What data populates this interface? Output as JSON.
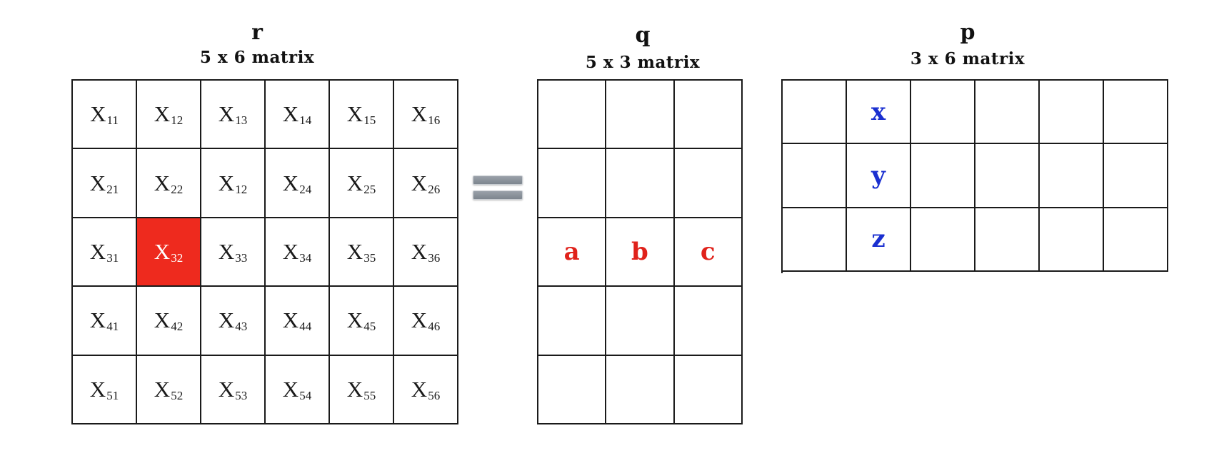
{
  "diagram": {
    "matrix_r": {
      "name": "r",
      "dims": "5 x 6 matrix",
      "rows": 5,
      "cols": 6,
      "cells": [
        [
          "X11",
          "X12",
          "X13",
          "X14",
          "X15",
          "X16"
        ],
        [
          "X21",
          "X22",
          "X12",
          "X24",
          "X25",
          "X26"
        ],
        [
          "X31",
          "X32",
          "X33",
          "X34",
          "X35",
          "X36"
        ],
        [
          "X41",
          "X42",
          "X43",
          "X44",
          "X45",
          "X46"
        ],
        [
          "X51",
          "X52",
          "X53",
          "X54",
          "X55",
          "X56"
        ]
      ],
      "highlighted_cell": "X32",
      "highlight_color": "#ee2a1e"
    },
    "equals_symbol": "=",
    "matrix_q": {
      "name": "q",
      "dims": "5 x 3 matrix",
      "rows": 5,
      "cols": 3,
      "labels": {
        "row": 3,
        "values": [
          "a",
          "b",
          "c"
        ]
      },
      "label_color": "#e0221b"
    },
    "matrix_p": {
      "name": "p",
      "dims": "3 x 6 matrix",
      "rows": 3,
      "cols": 6,
      "labels": {
        "col": 2,
        "values": [
          "x",
          "y",
          "z"
        ]
      },
      "label_color": "#1a2fd0"
    }
  }
}
